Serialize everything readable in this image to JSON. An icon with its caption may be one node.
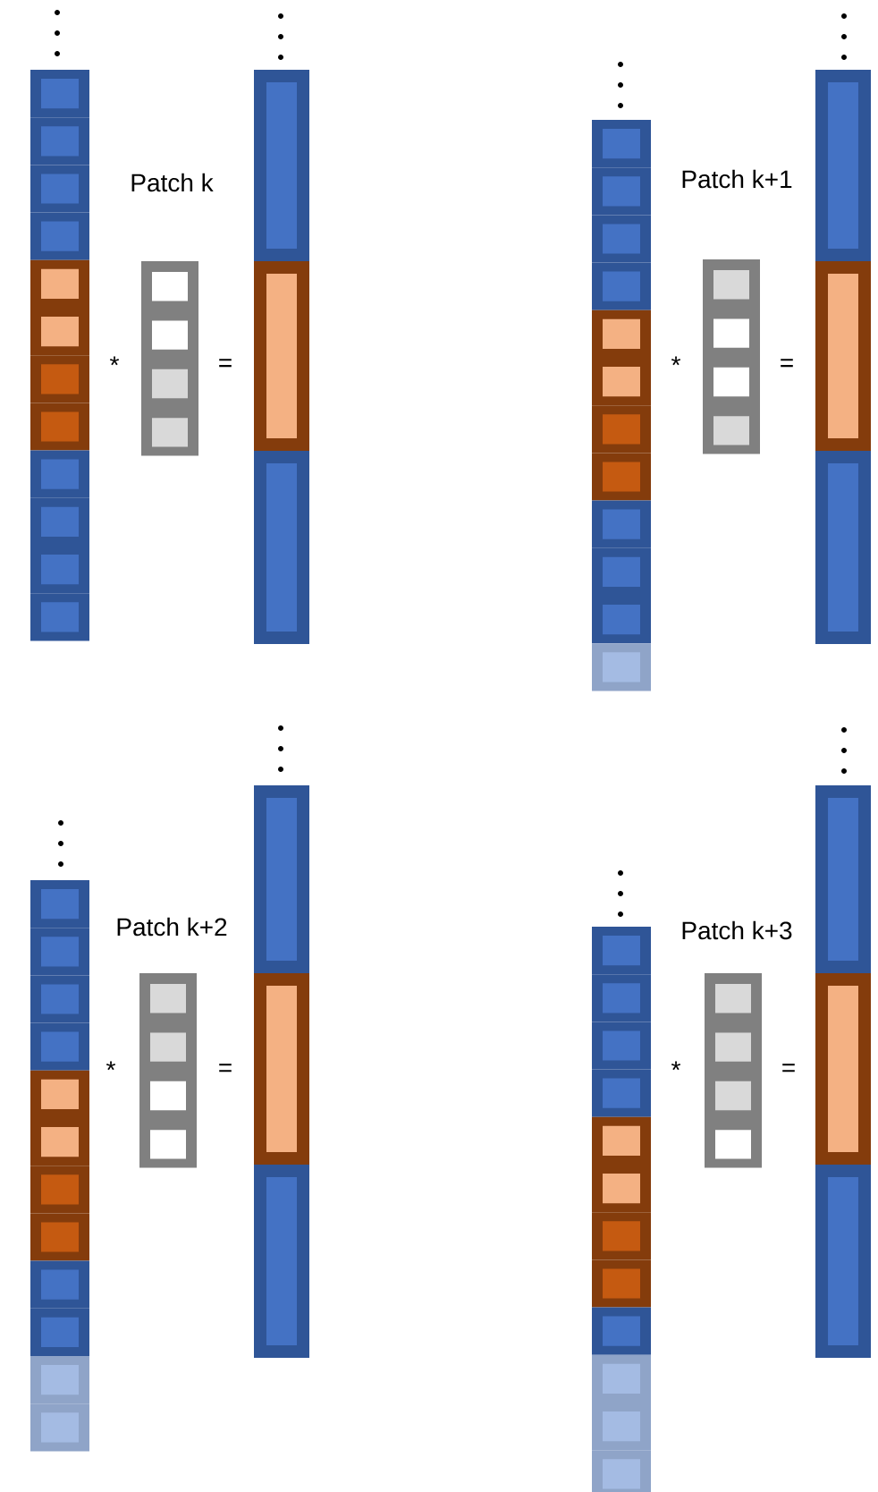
{
  "diagram": {
    "labels": [
      "Patch k",
      "*",
      "=",
      "Patch k+1",
      "*",
      "=",
      "Patch k+2",
      "*",
      "=",
      "Patch k+3",
      "*",
      "="
    ]
  }
}
